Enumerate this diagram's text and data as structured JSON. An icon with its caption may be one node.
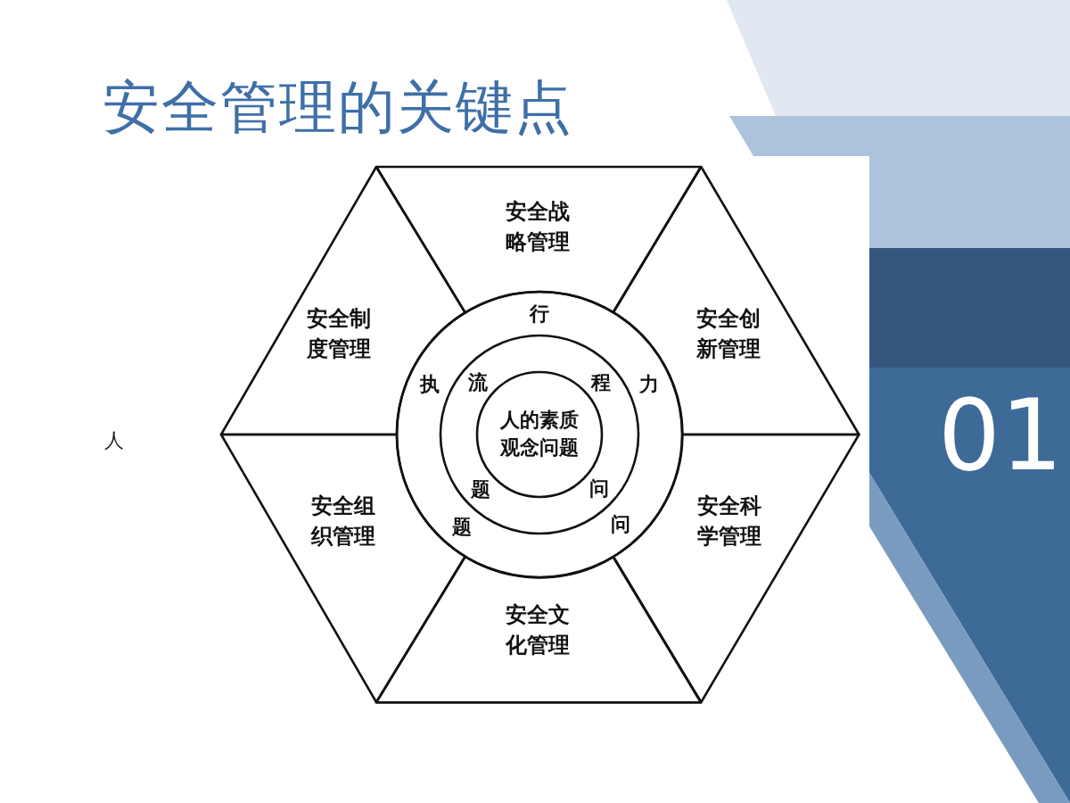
{
  "diagram": {
    "title": "安全管理的关键点",
    "nodes": [
      {
        "text": [
          "安全战略管理"
        ]
      },
      {
        "text": [
          "安全制度管理"
        ]
      },
      {
        "text": [
          "安全创新管理"
        ]
      },
      {
        "text": [
          "执",
          "行",
          "力",
          "问",
          "题"
        ]
      },
      {
        "text": [
          "流",
          "程",
          "问",
          "题"
        ],
        "in": 3
      },
      {
        "text": [
          "人的素质观念问题"
        ],
        "in": 4
      },
      {
        "text": [
          "安全组织管理"
        ]
      },
      {
        "text": [
          "安全科学管理"
        ]
      },
      {
        "text": [
          "安全文化管理"
        ]
      }
    ],
    "labels": [
      "人",
      "01"
    ]
  }
}
